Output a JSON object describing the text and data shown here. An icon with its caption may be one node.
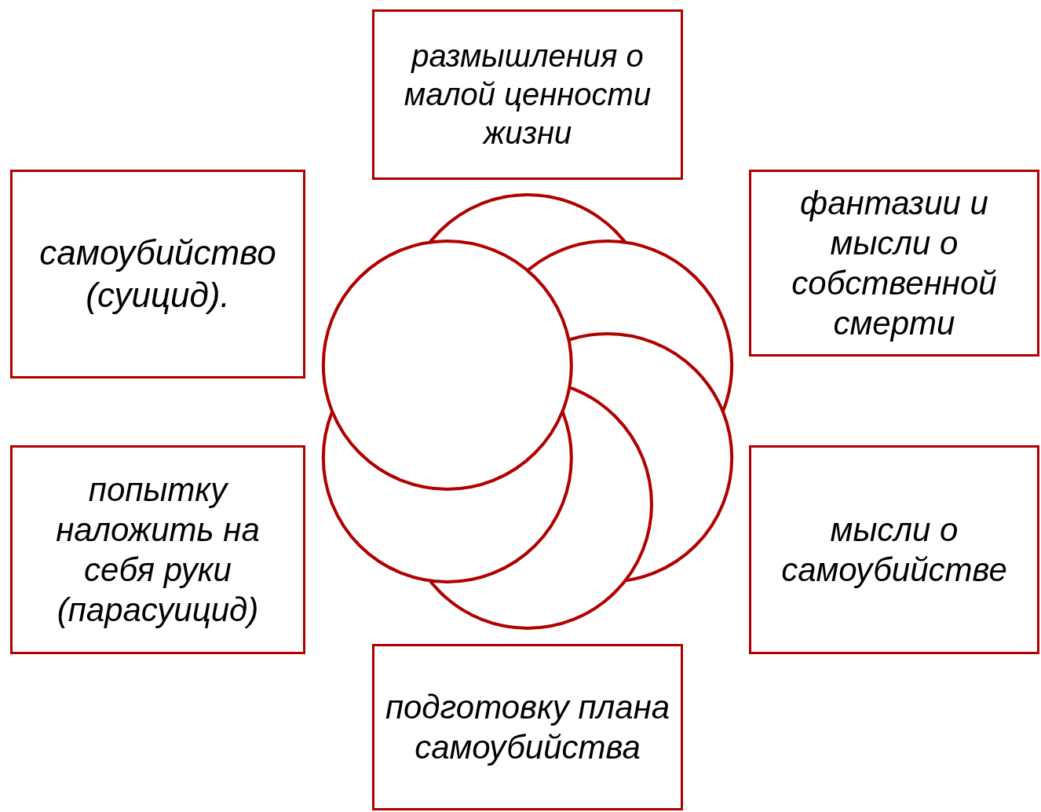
{
  "diagram": {
    "nodes": [
      {
        "text": [
          "размышления о малой ценности жизни"
        ]
      },
      {
        "text": [
          "самоубийство (суицид)."
        ]
      },
      {
        "text": [
          "фантазии и мысли о собственной смерти"
        ]
      },
      {
        "text": [
          "попытку наложить на себя руки (парасуицид)"
        ]
      },
      {
        "text": [
          "мысли о самоубийстве"
        ]
      },
      {
        "text": [
          "подготовку плана самоубийства"
        ]
      }
    ]
  }
}
